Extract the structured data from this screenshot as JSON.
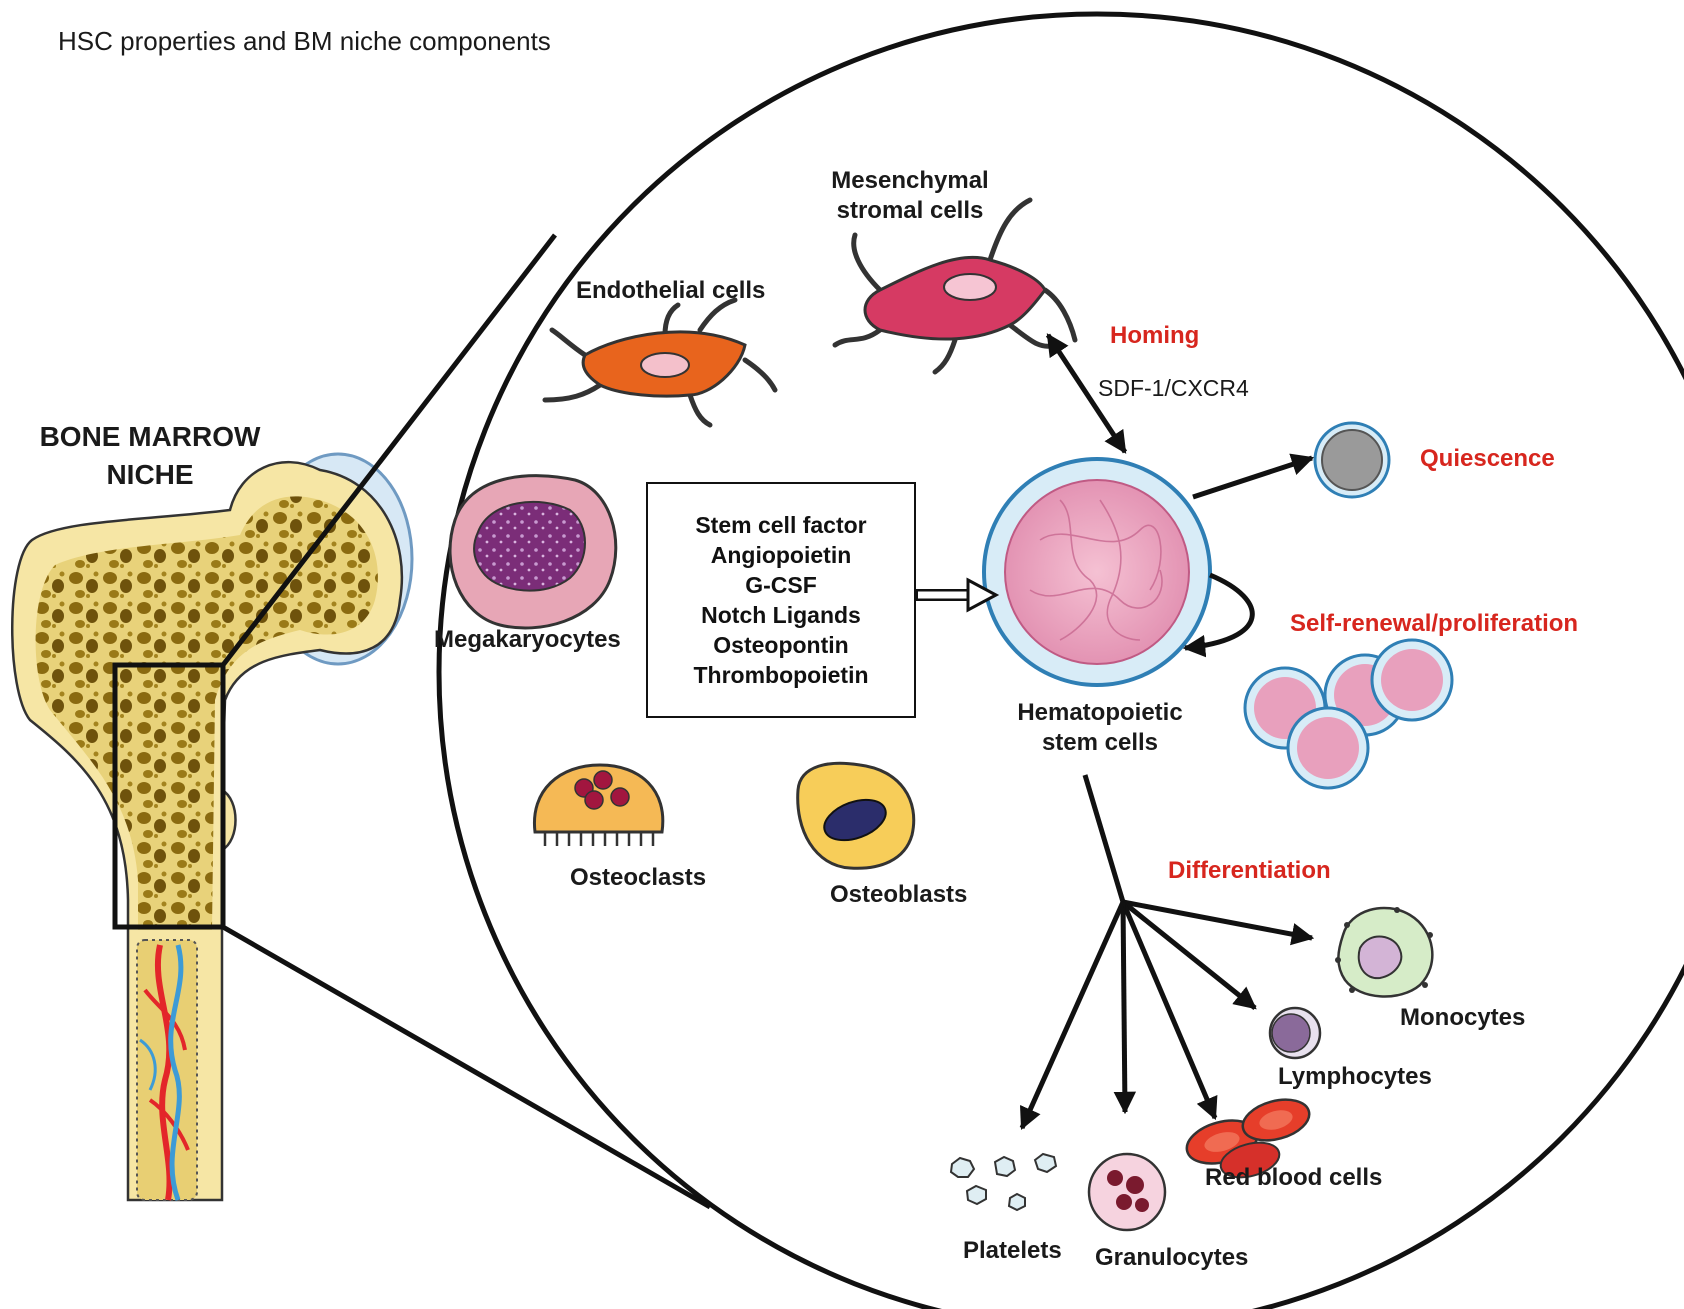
{
  "title": "HSC properties and BM niche components",
  "bone_marrow": {
    "line1": "BONE MARROW",
    "line2": "NICHE"
  },
  "cells": {
    "mesenchymal_line1": "Mesenchymal",
    "mesenchymal_line2": "stromal cells",
    "endothelial": "Endothelial cells",
    "megakaryocytes": "Megakaryocytes",
    "osteoclasts": "Osteoclasts",
    "osteoblasts": "Osteoblasts",
    "hsc_line1": "Hematopoietic",
    "hsc_line2": "stem cells"
  },
  "factors": [
    "Stem cell factor",
    "Angiopoietin",
    "G-CSF",
    "Notch Ligands",
    "Osteopontin",
    "Thrombopoietin"
  ],
  "properties": {
    "homing": "Homing",
    "sdf": "SDF-1/CXCR4",
    "quiescence": "Quiescence",
    "self_renewal": "Self-renewal/proliferation",
    "differentiation": "Differentiation"
  },
  "outputs": {
    "monocytes": "Monocytes",
    "lymphocytes": "Lymphocytes",
    "red_blood_cells": "Red blood cells",
    "granulocytes": "Granulocytes",
    "platelets": "Platelets"
  },
  "colors": {
    "accent_red": "#d7261e",
    "bone": "#f6e6a5",
    "bone_pore": "#8a6a10",
    "endothelial": "#e8641d",
    "mesenchymal": "#d63a63",
    "hsc_ring": "#5fb3dd",
    "hsc_core": "#e9a1bb"
  }
}
